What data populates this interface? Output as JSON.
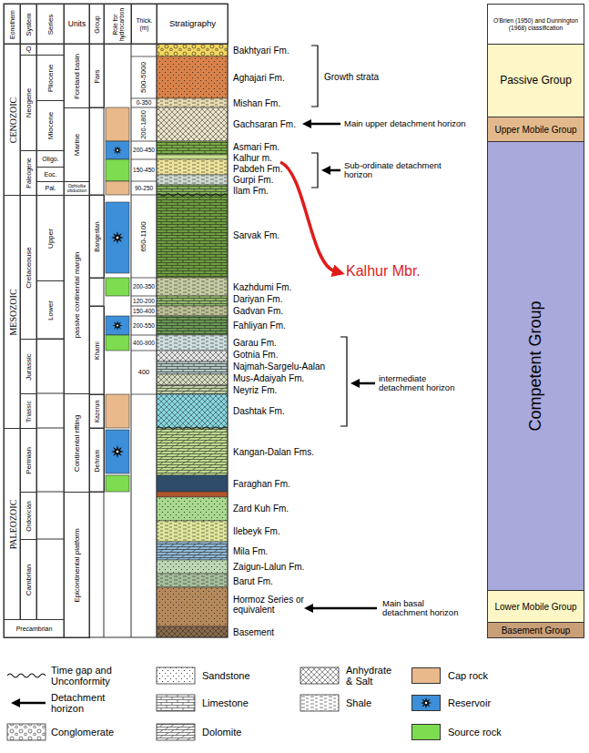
{
  "diagram": {
    "nodes": [
      {
        "text": [
          "Eonothem"
        ]
      },
      {
        "text": [
          "System"
        ]
      },
      {
        "text": [
          "Series"
        ]
      },
      {
        "text": [
          "Units"
        ]
      },
      {
        "text": [
          "Group"
        ]
      },
      {
        "text": [
          "Role for hydrocarbon"
        ]
      },
      {
        "text": [
          "Thick. (m)"
        ]
      },
      {
        "text": [
          "Stratigraphy"
        ]
      },
      {
        "text": [
          "O'Brien (1950) and Dunnington (1968) classification"
        ]
      },
      {
        "text": [
          "CENOZOIC"
        ]
      },
      {
        "text": [
          "Q"
        ]
      },
      {
        "text": [
          "Neogene"
        ]
      },
      {
        "text": [
          "Pliocene"
        ]
      },
      {
        "text": [
          "Miocene"
        ]
      },
      {
        "text": [
          "Paleogene"
        ]
      },
      {
        "text": [
          "Oligo."
        ]
      },
      {
        "text": [
          "Eoc."
        ]
      },
      {
        "text": [
          "Pal."
        ]
      },
      {
        "text": [
          "Foreland basin"
        ]
      },
      {
        "text": [
          "Fars"
        ]
      },
      {
        "text": [
          "Marine"
        ]
      },
      {
        "text": [
          "Ophiolite obduction"
        ]
      },
      {
        "text": [
          "MESOZOIC"
        ]
      },
      {
        "text": [
          "Cretaceouse"
        ]
      },
      {
        "text": [
          "Upper"
        ]
      },
      {
        "text": [
          "Lower"
        ]
      },
      {
        "text": [
          "Jurassic"
        ]
      },
      {
        "text": [
          "Triassic"
        ]
      },
      {
        "text": [
          "passive continental margin"
        ]
      },
      {
        "text": [
          "Bangestan"
        ]
      },
      {
        "text": [
          "Khami"
        ]
      },
      {
        "text": [
          "Kazerun"
        ]
      },
      {
        "text": [
          "PALEOZOIC"
        ]
      },
      {
        "text": [
          "Permian"
        ]
      },
      {
        "text": [
          "Ordovician"
        ]
      },
      {
        "text": [
          "Cambrian"
        ]
      },
      {
        "text": [
          "Continental rifting"
        ]
      },
      {
        "text": [
          "Dehram"
        ]
      },
      {
        "text": [
          "Epicontinental platform"
        ]
      },
      {
        "text": [
          "Precambrian"
        ]
      },
      {
        "text": [
          "Passive Group"
        ]
      },
      {
        "text": [
          "Upper Mobile Group"
        ]
      },
      {
        "text": [
          "Competent Group"
        ]
      },
      {
        "text": [
          "Lower Mobile Group"
        ]
      },
      {
        "text": [
          "Basement Group"
        ]
      }
    ],
    "labels": [
      "500-5000",
      "0-350",
      "200-1800",
      "200-450",
      "150-450",
      "90-250",
      "650-1100",
      "200-350",
      "120-200",
      "150-400",
      "200-550",
      "400-900",
      "400",
      "Bakhtyari Fm.",
      "Aghajari Fm.",
      "Mishan Fm.",
      "Gachsaran Fm.",
      "Asmari Fm.",
      "Kalhur m.",
      "Pabdeh Fm.",
      "Gurpi Fm.",
      "Ilam Fm.",
      "Sarvak Fm.",
      "Kazhdumi Fm.",
      "Dariyan Fm.",
      "Gadvan Fm.",
      "Fahliyan Fm.",
      "Garau Fm.",
      "Gotnia Fm.",
      "Najmah-Sargelu-Aalan",
      "Mus-Adaiyah Fm.",
      "Neyriz Fm.",
      "Dashtak Fm.",
      "Kangan-Dalan Fms.",
      "Faraghan Fm.",
      "Zard Kuh Fm.",
      "Ilebeyk Fm.",
      "Mila Fm.",
      "Zaigun-Lalun Fm.",
      "Barut Fm.",
      "Hormoz Series or equivalent",
      "Basement",
      "Growth strata",
      "Main upper detachment horizon",
      "Sub-ordinate detachment horizon",
      "Kalhur Mbr.",
      "intermediate detachment horizon",
      "Main basal detachment horizon"
    ],
    "legend": [
      {
        "text": "Time gap and Unconformity"
      },
      {
        "text": "Sandstone"
      },
      {
        "text": "Anhydrate & Salt"
      },
      {
        "text": "Cap rock",
        "color": "#e9b98c"
      },
      {
        "text": "Detachment horizon"
      },
      {
        "text": "Limestone"
      },
      {
        "text": "Shale"
      },
      {
        "text": "Reservoir",
        "color": "#3d8fd9"
      },
      {
        "text": "Conglomerate"
      },
      {
        "text": "Dolomite"
      },
      {
        "text": "Source rock",
        "color": "#7ddc4f"
      }
    ]
  }
}
